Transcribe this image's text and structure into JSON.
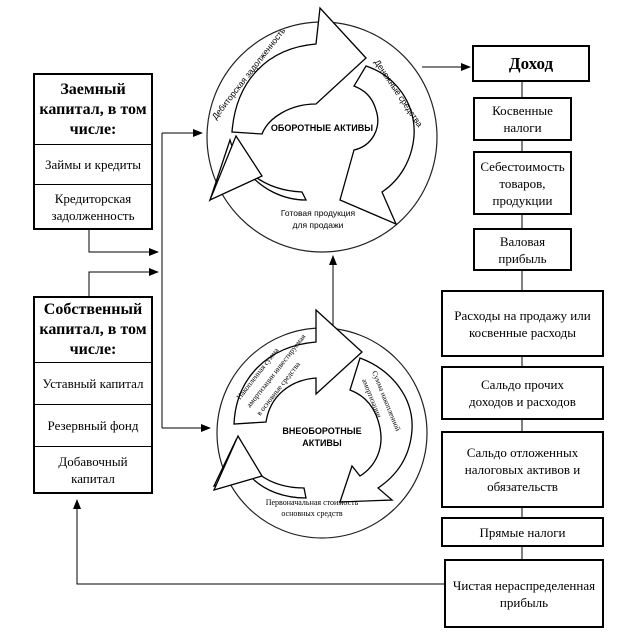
{
  "borrowed": {
    "title": "Заемный капитал, в том числе:",
    "items": [
      "Займы и кредиты",
      "Кредиторская задолженность"
    ]
  },
  "own": {
    "title": "Собственный капитал, в том числе:",
    "items": [
      "Уставный капитал",
      "Резервный фонд",
      "Добавочный капитал"
    ]
  },
  "current_cycle": {
    "center": "ОБОРОТНЫЕ АКТИВЫ",
    "arc_left": "Дебиторская задолженность",
    "arc_right": "Денежные средства",
    "bottom": [
      "Готовая продукция",
      "для продажи"
    ]
  },
  "noncurrent_cycle": {
    "center": [
      "ВНЕОБОРОТНЫЕ",
      "АКТИВЫ"
    ],
    "left": [
      "Накопленная сумма",
      "амортизации инвестируемая",
      "в основные средства"
    ],
    "right": [
      "Сумма накопленной",
      "амортизации"
    ],
    "bottom": [
      "Первоначальная стоимость",
      "основных средств"
    ]
  },
  "flow": [
    "Доход",
    "Косвенные налоги",
    "Себестоимость товаров, продукции",
    "Валовая прибыль",
    "Расходы на продажу или косвенные расходы",
    "Сальдо прочих доходов и расходов",
    "Сальдо отложенных налоговых активов и обязательств",
    "Прямые налоги",
    "Чистая нераспределенная прибыль"
  ]
}
